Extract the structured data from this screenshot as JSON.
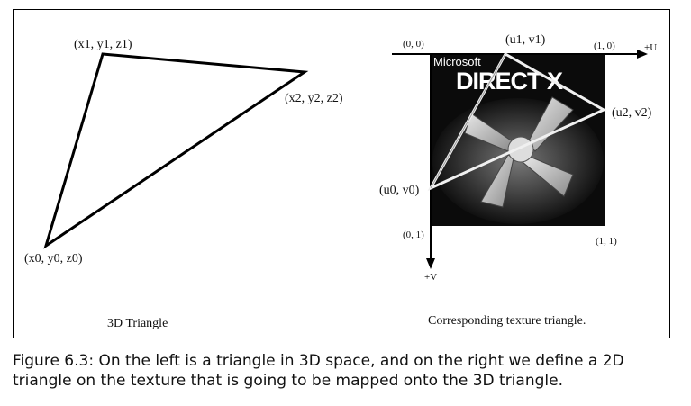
{
  "left_panel": {
    "vertex_top": "(x1, y1, z1)",
    "vertex_right": "(x2, y2, z2)",
    "vertex_bottom": "(x0, y0, z0)",
    "label": "3D Triangle"
  },
  "right_panel": {
    "origin_label": "(0, 0)",
    "top_right_label": "(1, 0)",
    "bottom_left_label": "(0, 1)",
    "bottom_right_label": "(1, 1)",
    "u_axis_label": "+U",
    "v_axis_label": "+V",
    "uv_top": "(u1, v1)",
    "uv_right": "(u2, v2)",
    "uv_left": "(u0, v0)",
    "logo_small": "Microsoft",
    "logo_big": "DIRECT X",
    "label": "Corresponding texture triangle."
  },
  "caption": "Figure 6.3: On the left is a triangle in 3D space, and on the right we define a 2D triangle on the texture that is going to be mapped onto the 3D triangle."
}
